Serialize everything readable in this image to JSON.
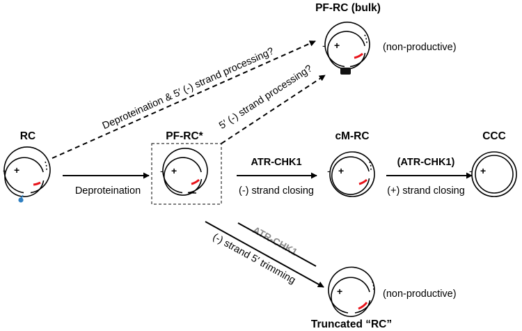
{
  "nodes": {
    "rc": {
      "title": "RC"
    },
    "pfrc_star": {
      "title": "PF-RC*"
    },
    "cmrc": {
      "title": "cM-RC"
    },
    "ccc": {
      "title": "CCC"
    },
    "pfrc_bulk": {
      "title": "PF-RC (bulk)",
      "note": "(non-productive)"
    },
    "truncated": {
      "title": "Truncated “RC”",
      "note": "(non-productive)"
    }
  },
  "arrows": {
    "rc_to_pfrc": {
      "below": "Deproteination"
    },
    "pfrc_to_cmrc": {
      "above": "ATR-CHK1",
      "below": "(-) strand closing"
    },
    "cmrc_to_ccc": {
      "above": "(ATR-CHK1)",
      "below": "(+) strand closing"
    },
    "rc_to_bulk": {
      "label": "Deproteination & 5′ (-) strand processing?"
    },
    "pfrc_to_bulk": {
      "label": "5′ (-) strand processing?"
    },
    "pfrc_to_truncated": {
      "label": "(-) strand 5′ trimming",
      "struck": "ATR-CHK1"
    }
  },
  "signs": {
    "minus": "-",
    "plus": "+"
  },
  "colors": {
    "plus_strand_segment": "#e8141b",
    "protein": "#2f7fc1",
    "block": "#111111"
  }
}
